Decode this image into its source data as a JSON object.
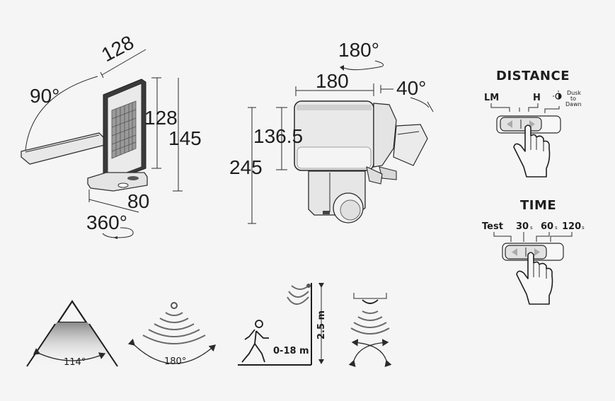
{
  "side_view": {
    "width_top": "128",
    "panel_height": "128",
    "total_height": "145",
    "tilt": "90°",
    "base_depth": "80",
    "rotation": "360°"
  },
  "front_view": {
    "rotation": "180°",
    "width": "180",
    "tilt": "40°",
    "lamp_height": "136.5",
    "total_height": "245"
  },
  "distance": {
    "title": "DISTANCE",
    "options": [
      "LM",
      "H"
    ],
    "dusk_label": "Dusk to Dawn",
    "dusk_lines": [
      "Dusk",
      "to",
      "Dawn"
    ]
  },
  "time": {
    "title": "TIME",
    "options": [
      {
        "value": "Test",
        "unit": ""
      },
      {
        "value": "30",
        "unit": "s"
      },
      {
        "value": "60",
        "unit": "s"
      },
      {
        "value": "120",
        "unit": "s"
      }
    ]
  },
  "icons": {
    "beam_angle": "114°",
    "detection_angle": "180°",
    "detection_range": "0-18 m",
    "mount_height": "2.5 m"
  }
}
